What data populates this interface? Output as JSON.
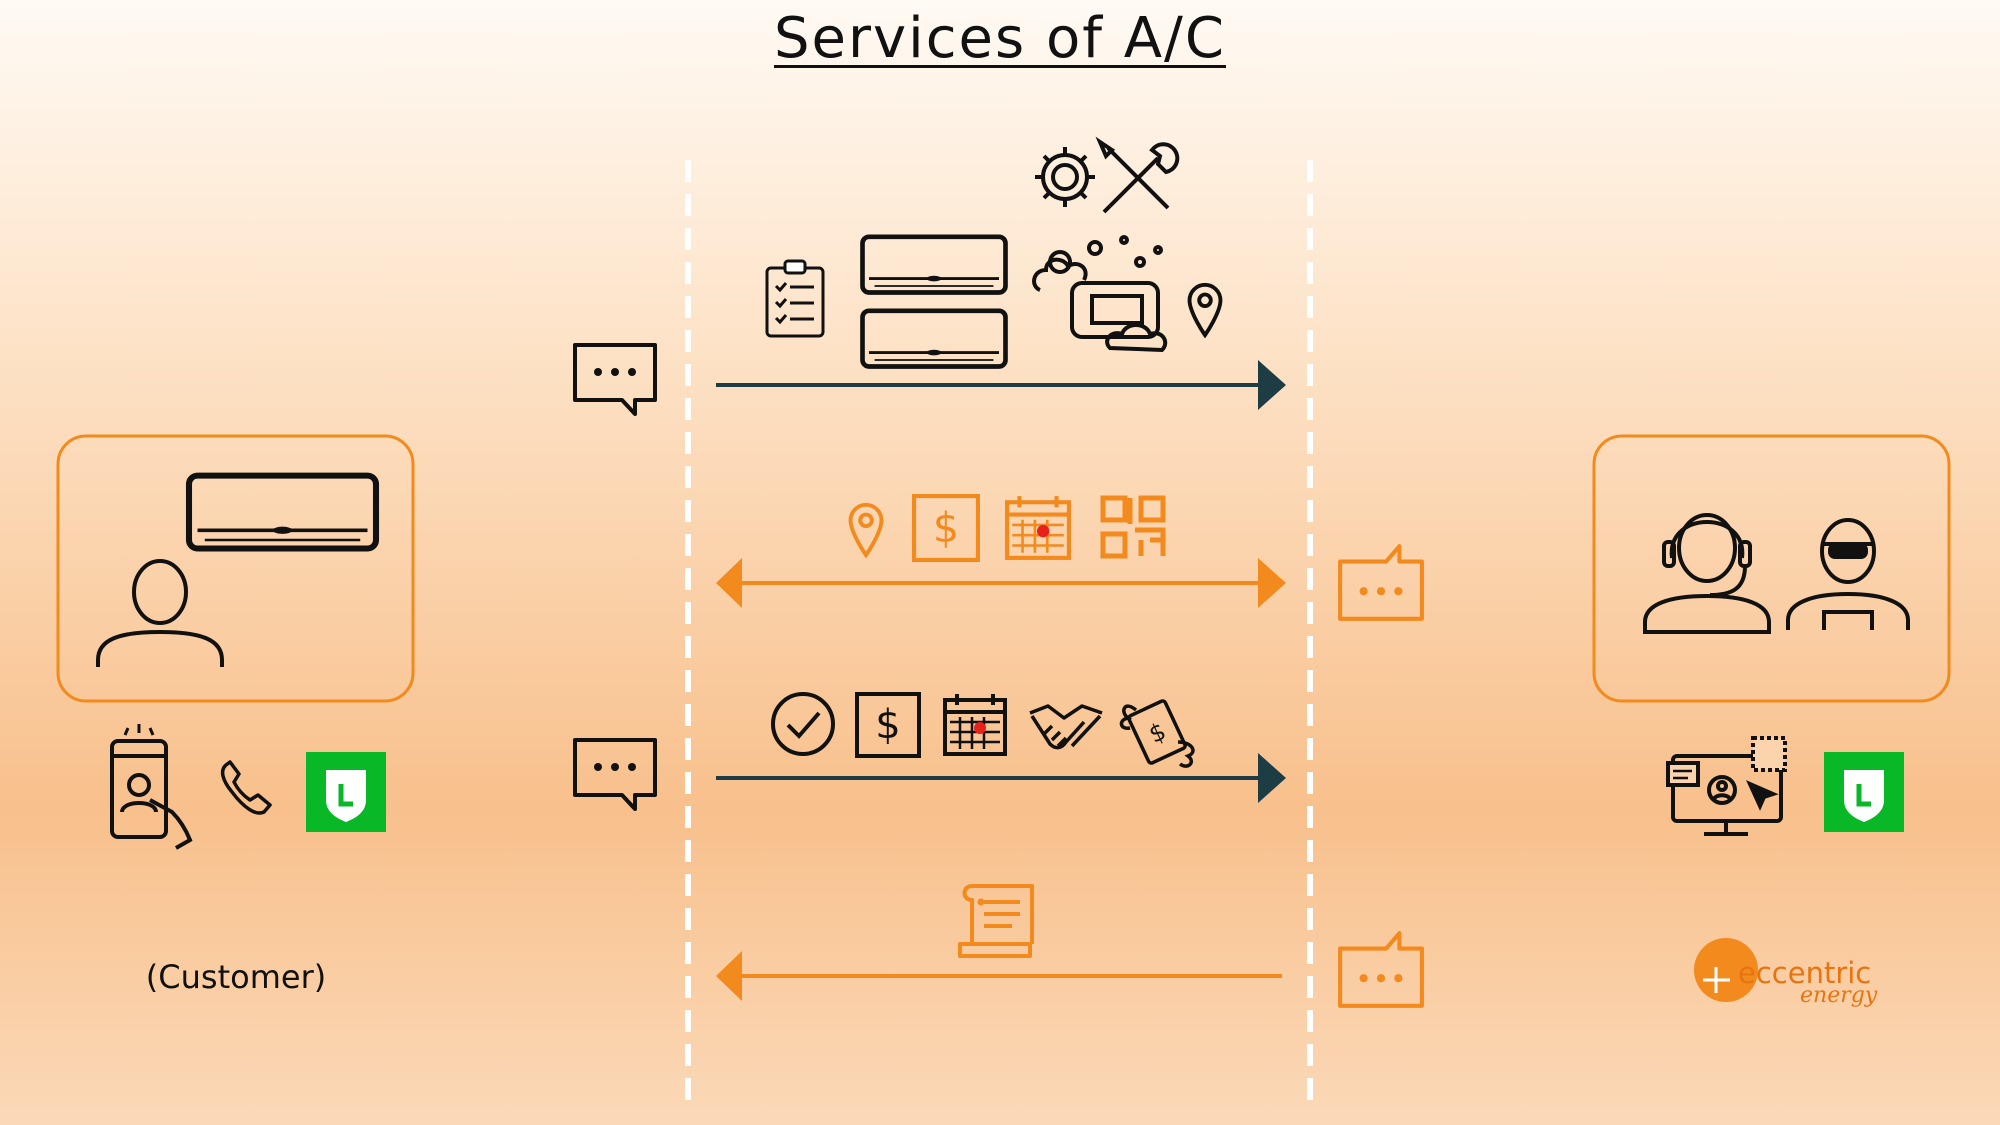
{
  "title": "Services of A/C",
  "customer_label": "(Customer)",
  "logo": {
    "name": "eccentric",
    "sub": "energy"
  },
  "colors": {
    "orange": "#f28a1e",
    "teal": "#1d3c44",
    "line_green": "#09b826",
    "dark": "#111111"
  },
  "messages": [
    {
      "direction": "customer-to-provider",
      "style": "teal",
      "icons": [
        "checklist-icon",
        "air-conditioner-icon",
        "air-conditioner-icon",
        "gear-icon",
        "tools-icon",
        "cleaning-icon",
        "location-pin-icon"
      ]
    },
    {
      "direction": "bidirectional",
      "style": "orange",
      "icons": [
        "location-pin-icon",
        "dollar-icon",
        "calendar-icon",
        "qr-code-icon"
      ]
    },
    {
      "direction": "customer-to-provider",
      "style": "teal",
      "icons": [
        "check-circle-icon",
        "dollar-icon",
        "calendar-icon",
        "handshake-icon",
        "flying-money-icon"
      ]
    },
    {
      "direction": "provider-to-customer",
      "style": "orange",
      "icons": [
        "receipt-icon"
      ]
    }
  ],
  "customer_icons": [
    "air-conditioner-icon",
    "person-icon",
    "mobile-video-call-icon",
    "phone-icon",
    "line-app-icon"
  ],
  "provider_icons": [
    "support-agent-icon",
    "technician-icon",
    "online-computer-icon",
    "line-app-icon"
  ]
}
